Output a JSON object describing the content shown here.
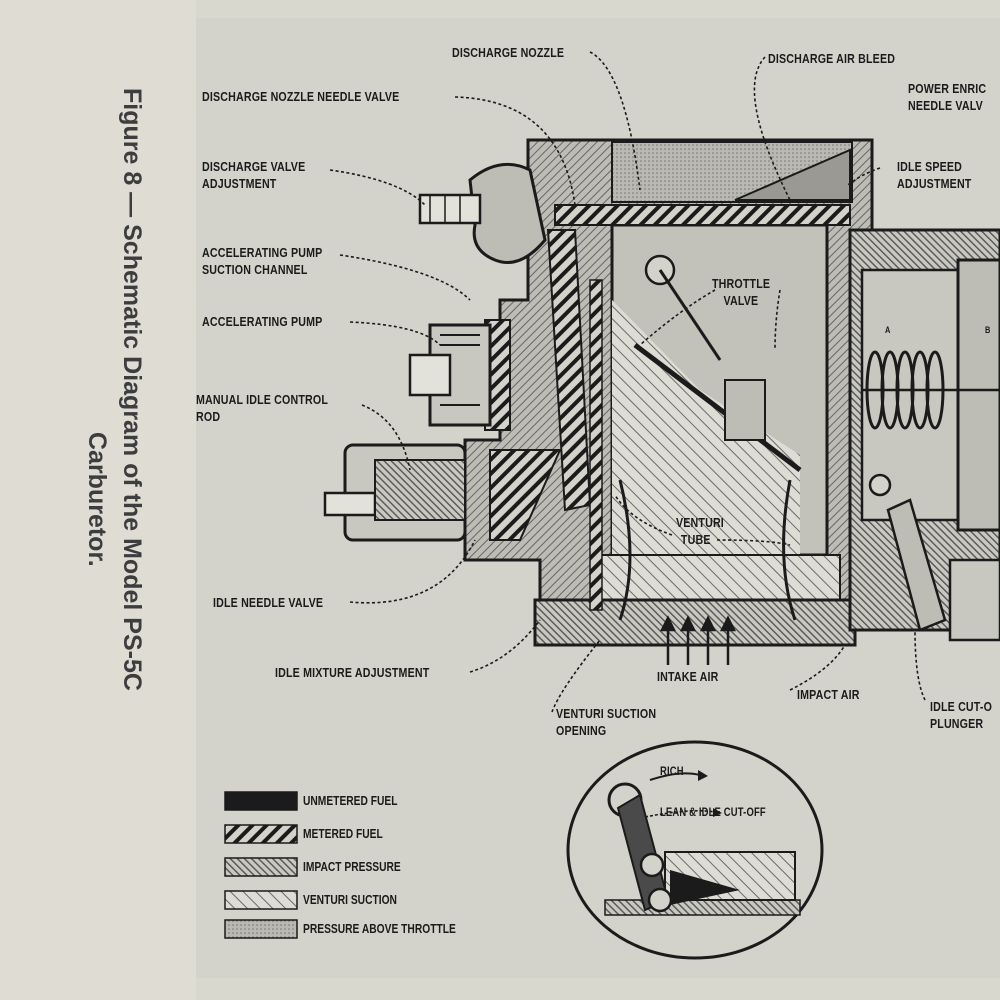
{
  "figure": {
    "caption_line1": "Figure 8 — Schematic Diagram of the Model PS-5C",
    "caption_line2": "Carburetor."
  },
  "callouts": {
    "discharge_nozzle": "DISCHARGE NOZZLE",
    "discharge_air_bleed": "DISCHARGE AIR BLEED",
    "power_enrichment_1": "POWER ENRIC",
    "power_enrichment_2": "NEEDLE VALV",
    "discharge_nozzle_needle_valve": "DISCHARGE NOZZLE NEEDLE VALVE",
    "discharge_valve_1": "DISCHARGE VALVE",
    "discharge_valve_2": "ADJUSTMENT",
    "idle_speed_1": "IDLE SPEED",
    "idle_speed_2": "ADJUSTMENT",
    "accel_pump_suction_1": "ACCELERATING PUMP",
    "accel_pump_suction_2": "SUCTION CHANNEL",
    "throttle_1": "THROTTLE",
    "throttle_2": "VALVE",
    "accelerating_pump": "ACCELERATING PUMP",
    "manual_idle_1": "MANUAL IDLE CONTROL",
    "manual_idle_2": "ROD",
    "venturi_1": "VENTURI",
    "venturi_2": "TUBE",
    "idle_needle_valve": "IDLE NEEDLE VALVE",
    "idle_mixture_adjustment": "IDLE MIXTURE ADJUSTMENT",
    "intake_air": "INTAKE AIR",
    "impact_air": "IMPACT AIR",
    "idle_cutoff_1": "IDLE CUT-O",
    "idle_cutoff_2": "PLUNGER",
    "venturi_suction_1": "VENTURI SUCTION",
    "venturi_suction_2": "OPENING",
    "chamber_a": "A",
    "chamber_b": "B"
  },
  "inset": {
    "rich": "RICH",
    "lean": "LEAN & IDLE CUT-OFF"
  },
  "legend": [
    {
      "label": "UNMETERED FUEL",
      "pattern": "solid"
    },
    {
      "label": "METERED FUEL",
      "pattern": "hatch-bold"
    },
    {
      "label": "IMPACT PRESSURE",
      "pattern": "hatch-fine"
    },
    {
      "label": "VENTURI SUCTION",
      "pattern": "hatch-sparse"
    },
    {
      "label": "PRESSURE ABOVE THROTTLE",
      "pattern": "stipple"
    }
  ],
  "colors": {
    "ink": "#1b1b1b",
    "paper": "#d3d2cb",
    "caption": "#3d3d3f"
  }
}
